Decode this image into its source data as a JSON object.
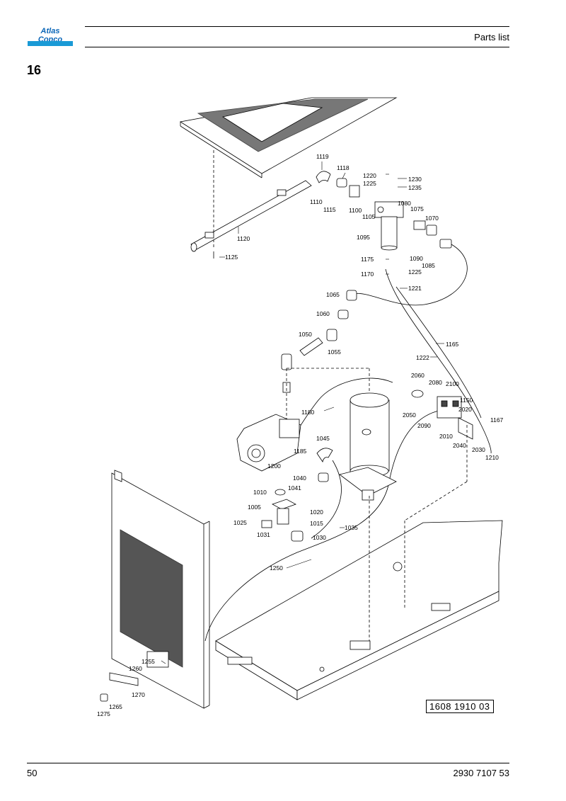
{
  "header": {
    "brand": "Atlas Copco",
    "title": "Parts list"
  },
  "section_number": "16",
  "drawing_id": "1608 1910 03",
  "footer": {
    "page_number": "50",
    "doc_number": "2930 7107 53"
  },
  "part_labels": [
    "1119",
    "1118",
    "1220",
    "1230",
    "1225",
    "1235",
    "1110",
    "1115",
    "1100",
    "1105",
    "1080",
    "1075",
    "1070",
    "1120",
    "1095",
    "1090",
    "1085",
    "1125",
    "1175",
    "1170",
    "1225",
    "1221",
    "1065",
    "1060",
    "1165",
    "1050",
    "1055",
    "1222",
    "2060",
    "2080",
    "2100",
    "1150",
    "2020",
    "1167",
    "2050",
    "2090",
    "1180",
    "2010",
    "2040",
    "2030",
    "1210",
    "1045",
    "1185",
    "1200",
    "1040",
    "1041",
    "1010",
    "1005",
    "1020",
    "1025",
    "1015",
    "1035",
    "1031",
    "1030",
    "1250",
    "1255",
    "1260",
    "1270",
    "1265",
    "1275"
  ]
}
